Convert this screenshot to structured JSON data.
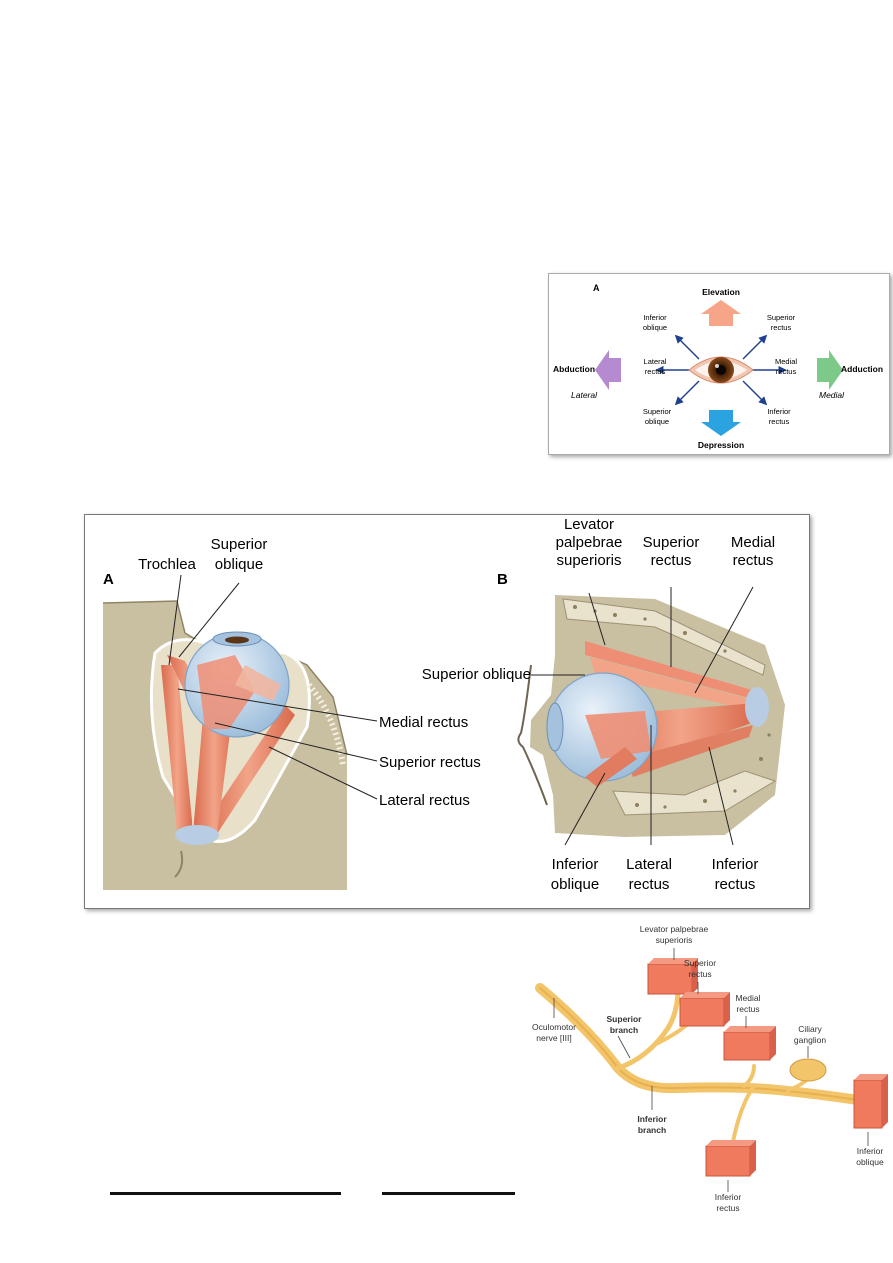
{
  "movement_diagram": {
    "panel_letter": "A",
    "elevation": "Elevation",
    "depression": "Depression",
    "abduction": "Abduction",
    "adduction": "Adduction",
    "lateral": "Lateral",
    "medial": "Medial",
    "inferior_oblique": [
      "Inferior",
      "oblique"
    ],
    "superior_rectus": [
      "Superior",
      "rectus"
    ],
    "lateral_rectus": [
      "Lateral",
      "rectus"
    ],
    "medial_rectus": [
      "Medial",
      "rectus"
    ],
    "superior_oblique": [
      "Superior",
      "oblique"
    ],
    "inferior_rectus": [
      "Inferior",
      "rectus"
    ]
  },
  "orbit_diagram": {
    "view_a": {
      "letter": "A",
      "trochlea": "Trochlea",
      "superior_oblique": [
        "Superior",
        "oblique"
      ],
      "medial_rectus": "Medial rectus",
      "superior_rectus": "Superior rectus",
      "lateral_rectus": "Lateral rectus"
    },
    "view_b": {
      "letter": "B",
      "levator": [
        "Levator",
        "palpebrae",
        "superioris"
      ],
      "superior_rectus": [
        "Superior",
        "rectus"
      ],
      "medial_rectus": [
        "Medial",
        "rectus"
      ],
      "superior_oblique": "Superior oblique",
      "inferior_oblique": [
        "Inferior",
        "oblique"
      ],
      "lateral_rectus": [
        "Lateral",
        "rectus"
      ],
      "inferior_rectus": [
        "Inferior",
        "rectus"
      ]
    }
  },
  "nerve_diagram": {
    "levator": [
      "Levator palpebrae",
      "superioris"
    ],
    "superior_rectus": [
      "Superior",
      "rectus"
    ],
    "medial_rectus": [
      "Medial",
      "rectus"
    ],
    "ciliary_ganglion": [
      "Ciliary",
      "ganglion"
    ],
    "superior_branch": [
      "Superior",
      "branch"
    ],
    "oculomotor_nerve": [
      "Oculomotor",
      "nerve [III]"
    ],
    "inferior_branch": [
      "Inferior",
      "branch"
    ],
    "inferior_oblique": [
      "Inferior",
      "oblique"
    ],
    "inferior_rectus": [
      "Inferior",
      "rectus"
    ]
  },
  "colors": {
    "muscle": "#ee8e74",
    "muscle_block": "#f07a5e",
    "nerve": "#f3c56a",
    "bone": "#c9bfa1",
    "globe": "#c9dcef",
    "arrow_blue": "#1f3f8f"
  }
}
